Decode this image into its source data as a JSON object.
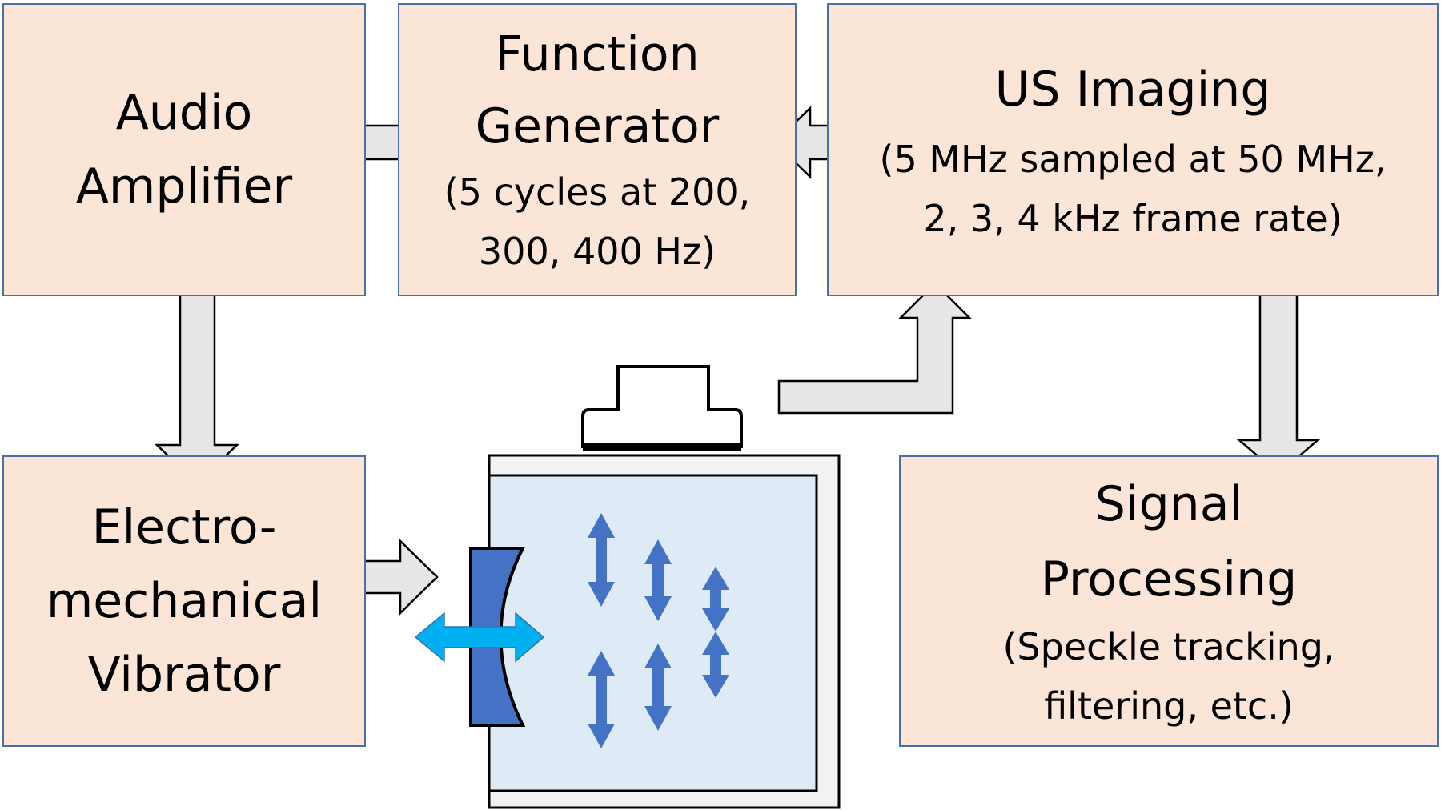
{
  "blocks": {
    "audio_amplifier": {
      "title": [
        "Audio",
        "Amplifier"
      ]
    },
    "function_generator": {
      "title": [
        "Function",
        "Generator"
      ],
      "subtitle": [
        "(5 cycles at 200,",
        "300, 400 Hz)"
      ]
    },
    "us_imaging": {
      "title": [
        "US Imaging"
      ],
      "subtitle": [
        "(5 MHz sampled at 50 MHz,",
        "2, 3, 4 kHz frame rate)"
      ]
    },
    "vibrator": {
      "title": [
        "Electro-",
        "mechanical",
        "Vibrator"
      ]
    },
    "signal_processing": {
      "title": [
        "Signal",
        "Processing"
      ],
      "subtitle": [
        "(Speckle tracking,",
        "filtering, etc.)"
      ]
    }
  },
  "colors": {
    "box_fill": "#fbe5d6",
    "box_border": "#4a6fad",
    "arrow_fill": "#e7e6e6",
    "phantom_fill": "#deebf7",
    "wave_arrow": "#4472c4",
    "vibration_arrow": "#00b0f0"
  }
}
